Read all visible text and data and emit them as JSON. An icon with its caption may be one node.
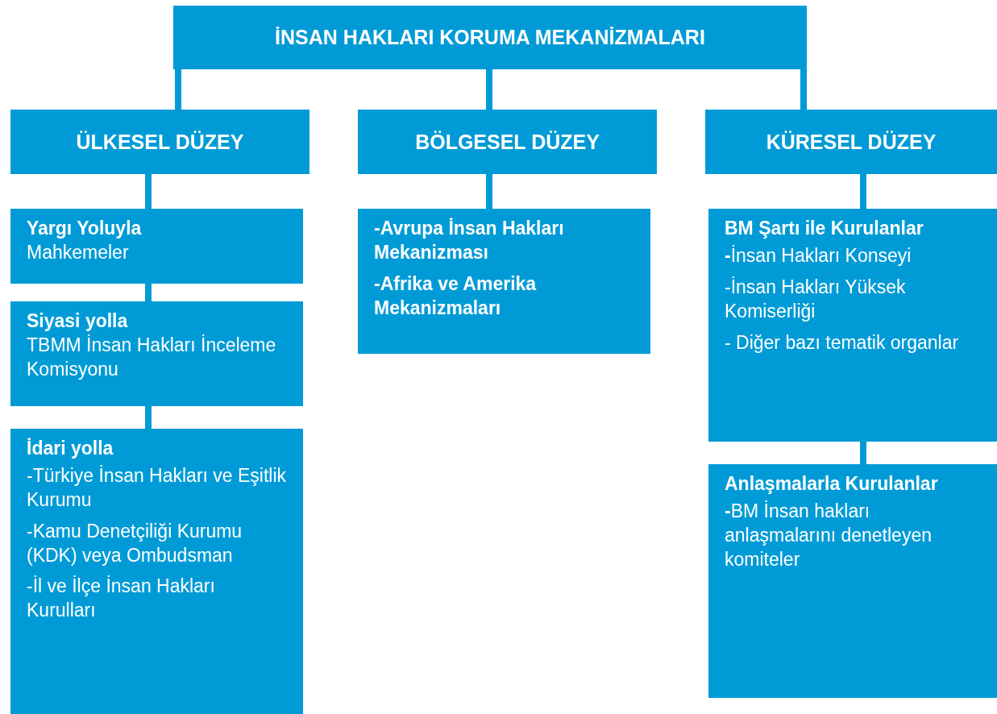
{
  "diagram": {
    "nodes": [
      {
        "text": [
          "İNSAN HAKLARI KORUMA MEKANİZMALARI"
        ]
      },
      {
        "text": [
          "ÜLKESEL DÜZEY"
        ]
      },
      {
        "text": [
          "BÖLGESEL DÜZEY"
        ]
      },
      {
        "text": [
          "KÜRESEL DÜZEY"
        ]
      },
      {
        "text": [
          "Yargı Yoluyla",
          "Mahkemeler"
        ]
      },
      {
        "text": [
          "Siyasi yolla",
          "TBMM İnsan Hakları İnceleme Komisyonu"
        ]
      },
      {
        "text": [
          "İdari yolla",
          "-Türkiye İnsan Hakları ve Eşitlik Kurumu",
          "-Kamu Denetçiliği Kurumu (KDK) veya Ombudsman",
          "-İl ve İlçe İnsan Hakları Kurulları"
        ]
      },
      {
        "text": [
          "-Avrupa İnsan Hakları Mekanizması",
          "-Afrika ve Amerika Mekanizmaları"
        ]
      },
      {
        "text": [
          "BM Şartı ile Kurulanlar",
          "**-**İnsan Hakları Konseyi",
          "-İnsan Hakları Yüksek Komiserliği",
          "- Diğer bazı tematik organlar"
        ]
      },
      {
        "text": [
          "Anlaşmalarla Kurulanlar",
          "**-**BM İnsan hakları anlaşmalarını denetleyen komiteler"
        ]
      }
    ],
    "edges": [
      {
        "from": 0,
        "to": 1,
        "arrow": "none"
      },
      {
        "from": 0,
        "to": 2,
        "arrow": "none"
      },
      {
        "from": 0,
        "to": 3,
        "arrow": "none"
      },
      {
        "from": 1,
        "to": 4,
        "arrow": "none"
      },
      {
        "from": 4,
        "to": 5,
        "arrow": "none"
      },
      {
        "from": 5,
        "to": 6,
        "arrow": "none"
      },
      {
        "from": 2,
        "to": 7,
        "arrow": "none"
      },
      {
        "from": 3,
        "to": 8,
        "arrow": "none"
      },
      {
        "from": 8,
        "to": 9,
        "arrow": "none"
      }
    ]
  }
}
